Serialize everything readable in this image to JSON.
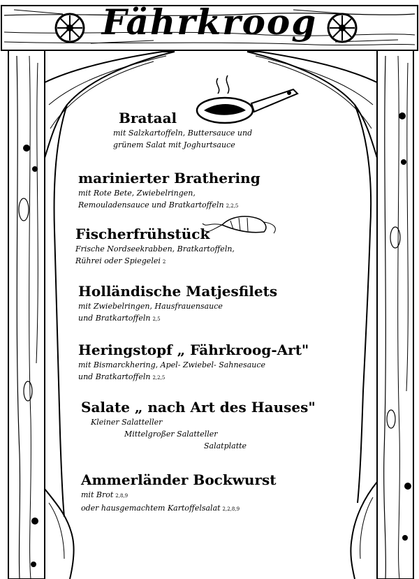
{
  "title": "Fährkroog",
  "dishes": [
    {
      "name": "Brataal",
      "lines": [
        {
          "text": "mit Salzkartoffeln, Buttersauce und",
          "note": ""
        },
        {
          "text": "grünem Salat mit Joghurtsauce",
          "note": ""
        }
      ]
    },
    {
      "name": "marinierter Brathering",
      "lines": [
        {
          "text": "mit Rote Bete, Zwiebelringen,",
          "note": ""
        },
        {
          "text": "Remouladensauce und Bratkartoffeln",
          "note": "2,2,5"
        }
      ]
    },
    {
      "name": "Fischerfrühstück",
      "lines": [
        {
          "text": "Frische Nordseekrabben, Bratkartoffeln,",
          "note": ""
        },
        {
          "text": "Rührei oder Spiegelei",
          "note": "2"
        }
      ]
    },
    {
      "name": "Holländische Matjesfilets",
      "lines": [
        {
          "text": "mit Zwiebelringen, Hausfrauensauce",
          "note": ""
        },
        {
          "text": "und Bratkartoffeln",
          "note": "2,5"
        }
      ]
    },
    {
      "name": "Heringstopf „ Fährkroog-Art\"",
      "lines": [
        {
          "text": "mit Bismarckhering, Apel- Zwiebel- Sahnesauce",
          "note": ""
        },
        {
          "text": "und Bratkartoffeln",
          "note": "2,2,5"
        }
      ]
    },
    {
      "name": "Salate „ nach Art des Hauses\"",
      "lines": [
        {
          "text": "Kleiner Salatteller",
          "note": ""
        },
        {
          "text": "Mittelgroßer Salatteller",
          "note": ""
        },
        {
          "text": "Salatplatte",
          "note": ""
        }
      ]
    },
    {
      "name": "Ammerländer Bockwurst",
      "lines": [
        {
          "text": "mit Brot",
          "note": "2,8,9"
        },
        {
          "text": "oder hausgemachtem Kartoffelsalat",
          "note": "2,2,8,9"
        }
      ]
    }
  ]
}
